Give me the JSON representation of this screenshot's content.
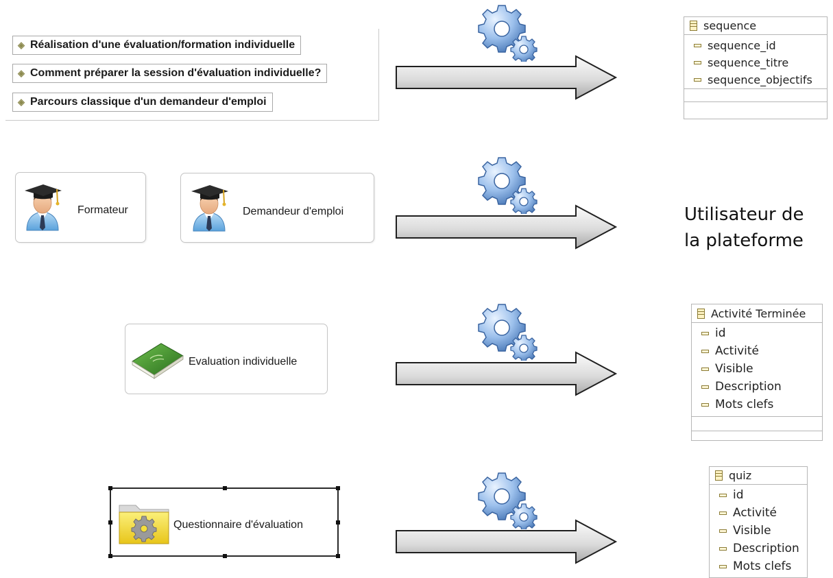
{
  "row1": {
    "items": [
      "Réalisation d'une évaluation/formation individuelle",
      "Comment préparer la session d'évaluation individuelle?",
      "Parcours classique d'un demandeur d'emploi"
    ],
    "target": {
      "class_name": "sequence",
      "attributes": [
        "sequence_id",
        "sequence_titre",
        "sequence_objectifs"
      ]
    }
  },
  "row2": {
    "actors": [
      "Formateur",
      "Demandeur d'emploi"
    ],
    "target_lines": [
      "Utilisateur de",
      "la plateforme"
    ]
  },
  "row3": {
    "card_label": "Evaluation individuelle",
    "target": {
      "class_name": "Activité Terminée",
      "attributes": [
        "id",
        "Activité",
        "Visible",
        "Description",
        "Mots clefs"
      ]
    }
  },
  "row4": {
    "card_label": "Questionnaire d'évaluation",
    "target": {
      "class_name": "quiz",
      "attributes": [
        "id",
        "Activité",
        "Visible",
        "Description",
        "Mots clefs"
      ]
    }
  },
  "icons": {
    "gear": "gears-icon",
    "arrow": "right-arrow-icon",
    "actor": "graduate-user-icon",
    "book": "green-book-icon",
    "folder": "gear-folder-icon"
  },
  "colors": {
    "gear_blue": "#6b9bd6",
    "arrow_fill_light": "#f4f4f4",
    "arrow_fill_dark": "#b4b4b4",
    "book_green": "#3e8a2c",
    "folder_yellow": "#f4de3a"
  }
}
